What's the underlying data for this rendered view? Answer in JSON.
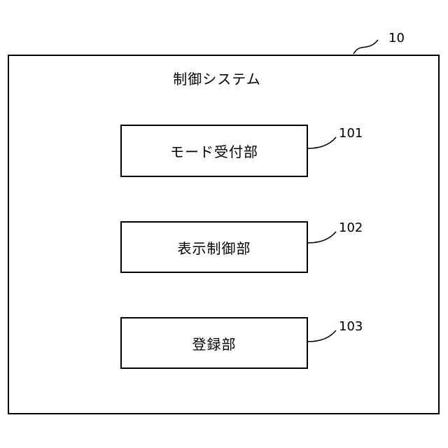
{
  "system": {
    "ref": "10",
    "title": "制御システム"
  },
  "modules": [
    {
      "ref": "101",
      "label": "モード受付部"
    },
    {
      "ref": "102",
      "label": "表示制御部"
    },
    {
      "ref": "103",
      "label": "登録部"
    }
  ]
}
